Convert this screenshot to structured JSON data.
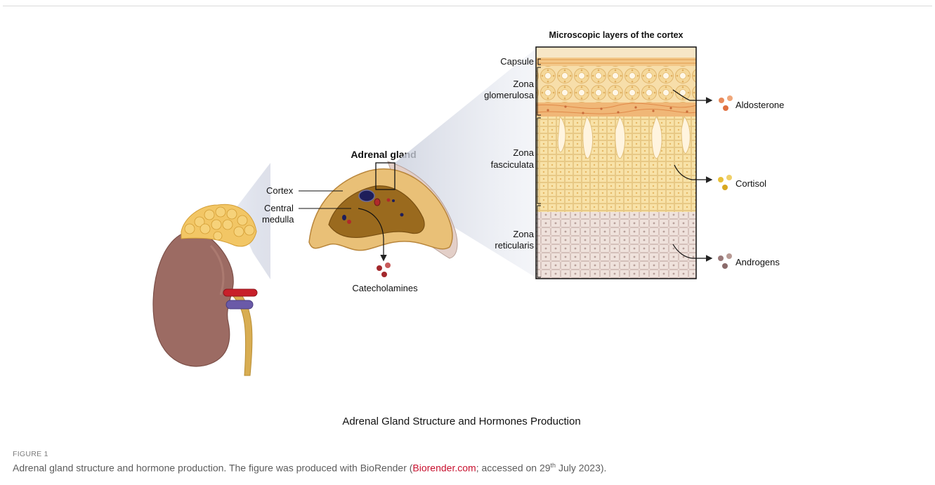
{
  "figure": {
    "title": "Adrenal Gland Structure and Hormones Production",
    "label": "FIGURE 1",
    "caption_pre": "Adrenal gland structure and hormone production. The figure was produced with BioRender (",
    "caption_link": "Biorender.com",
    "caption_mid": "; accessed on 29",
    "caption_sup": "th",
    "caption_post": " July 2023)."
  },
  "gland": {
    "title": "Adrenal gland",
    "cortex_label": "Cortex",
    "medulla_label_line1": "Central",
    "medulla_label_line2": "medulla",
    "output_label": "Catecholamines"
  },
  "cortex_layers": {
    "title": "Microscopic layers of the cortex",
    "capsule": "Capsule",
    "glomerulosa_line1": "Zona",
    "glomerulosa_line2": "glomerulosa",
    "fasciculata_line1": "Zona",
    "fasciculata_line2": "fasciculata",
    "reticularis_line1": "Zona",
    "reticularis_line2": "reticularis"
  },
  "hormones": [
    {
      "name": "Aldosterone",
      "color": "#e98a5a"
    },
    {
      "name": "Cortisol",
      "color": "#e8c03a"
    },
    {
      "name": "Androgens",
      "color": "#9a7a7a"
    }
  ],
  "colors": {
    "kidney": "#9c6b63",
    "fat": "#f2c665",
    "artery": "#c8202a",
    "vein": "#6a5aa8",
    "ureter": "#d4a84a",
    "medulla": "#9a6a1e",
    "catecholamine": "#a3282c"
  }
}
